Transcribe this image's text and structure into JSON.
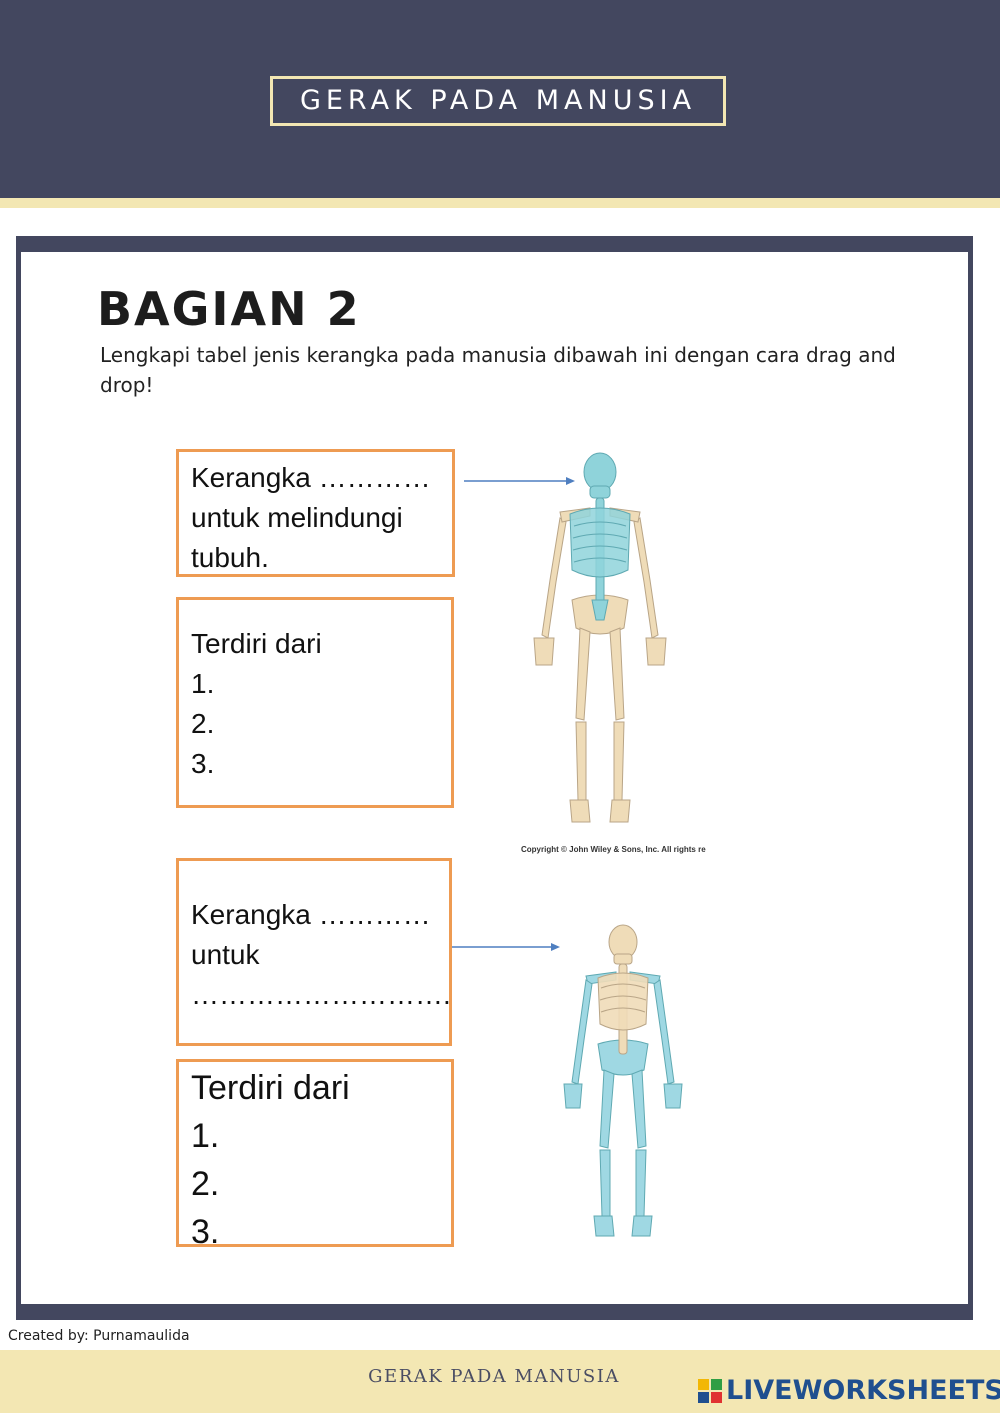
{
  "header": {
    "title": "GERAK PADA MANUSIA"
  },
  "section": {
    "heading": "BAGIAN 2",
    "instruction": "Lengkapi tabel jenis kerangka pada manusia dibawah ini dengan cara drag and drop!"
  },
  "boxes": {
    "box1": "Kerangka …………\nuntuk melindungi\ntubuh.",
    "box2": "Terdiri dari\n1.\n2.\n3.",
    "box3": "Kerangka …………\nuntuk\n……………………….",
    "box4": "Terdiri dari\n1.\n2.\n3."
  },
  "figures": {
    "copyright": "Copyright © John Wiley & Sons, Inc. All rights re",
    "axial_color": "#8fd3da",
    "appendicular_color": "#9fd8e3",
    "bone_color": "#efdcb8"
  },
  "footer": {
    "created_by": "Created by: Purnamaulida",
    "title": "GERAK PADA MANUSIA",
    "brand": "LIVEWORKSHEETS"
  },
  "colors": {
    "header_bg": "#43475f",
    "accent_cream": "#f3e7b3",
    "box_border": "#ee9b52",
    "arrow": "#4f7fc0"
  }
}
